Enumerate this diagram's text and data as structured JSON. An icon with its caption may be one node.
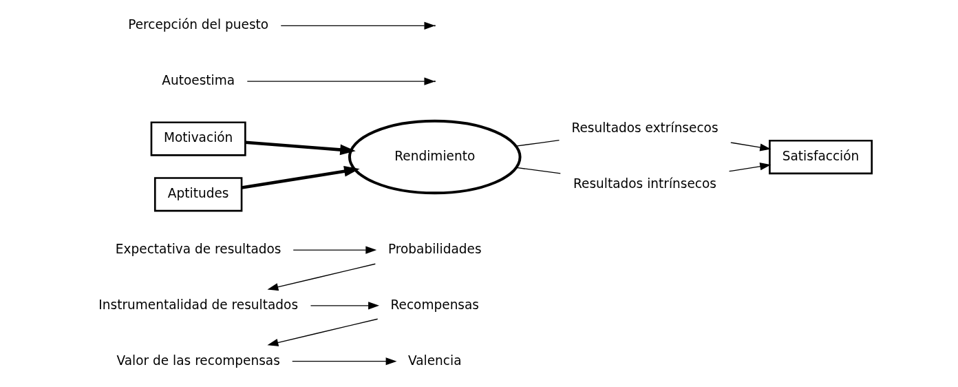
{
  "diagram": {
    "nodes": [
      {
        "text": [
          "Expectativa de resultados"
        ]
      },
      {
        "text": [
          "Probabilidades"
        ]
      },
      {
        "text": [
          "Instrumentalidad de resultados"
        ]
      },
      {
        "text": [
          "Recompensas"
        ]
      },
      {
        "text": [
          "Valor de las recompensas"
        ]
      },
      {
        "text": [
          "Valencia"
        ]
      },
      {
        "text": [
          "Motivación"
        ]
      },
      {
        "text": [
          "Satisfacción"
        ]
      },
      {
        "text": [
          "Resultados extrínsecos"
        ]
      },
      {
        "text": [
          "Resultados intrínsecos"
        ]
      },
      {
        "text": [
          "Aptitudes"
        ]
      },
      {
        "text": [
          "Autoestima"
        ]
      },
      {
        "text": [
          "Percepción del puesto"
        ]
      },
      {
        "text": [
          "Rendimiento"
        ]
      }
    ],
    "edges": [
      {
        "from": 0,
        "to": 1,
        "arrow": "to"
      },
      {
        "from": 1,
        "to": 2,
        "arrow": "to"
      },
      {
        "from": 2,
        "to": 3,
        "arrow": "to"
      },
      {
        "from": 3,
        "to": 4,
        "arrow": "to"
      },
      {
        "from": 4,
        "to": 5,
        "arrow": "to"
      },
      {
        "from": 6,
        "to": 13,
        "arrow": "to",
        "style": "thick"
      },
      {
        "from": 10,
        "to": 13,
        "arrow": "to",
        "style": "thick"
      },
      {
        "from": 11,
        "to": null,
        "arrow": "to"
      },
      {
        "from": 12,
        "to": null,
        "arrow": "to"
      },
      {
        "from": 8,
        "to": 7,
        "arrow": "to"
      },
      {
        "from": 9,
        "to": 7,
        "arrow": "to"
      },
      {
        "from": 13,
        "to": 8,
        "arrow": "none"
      },
      {
        "from": 13,
        "to": 9,
        "arrow": "none"
      }
    ]
  }
}
